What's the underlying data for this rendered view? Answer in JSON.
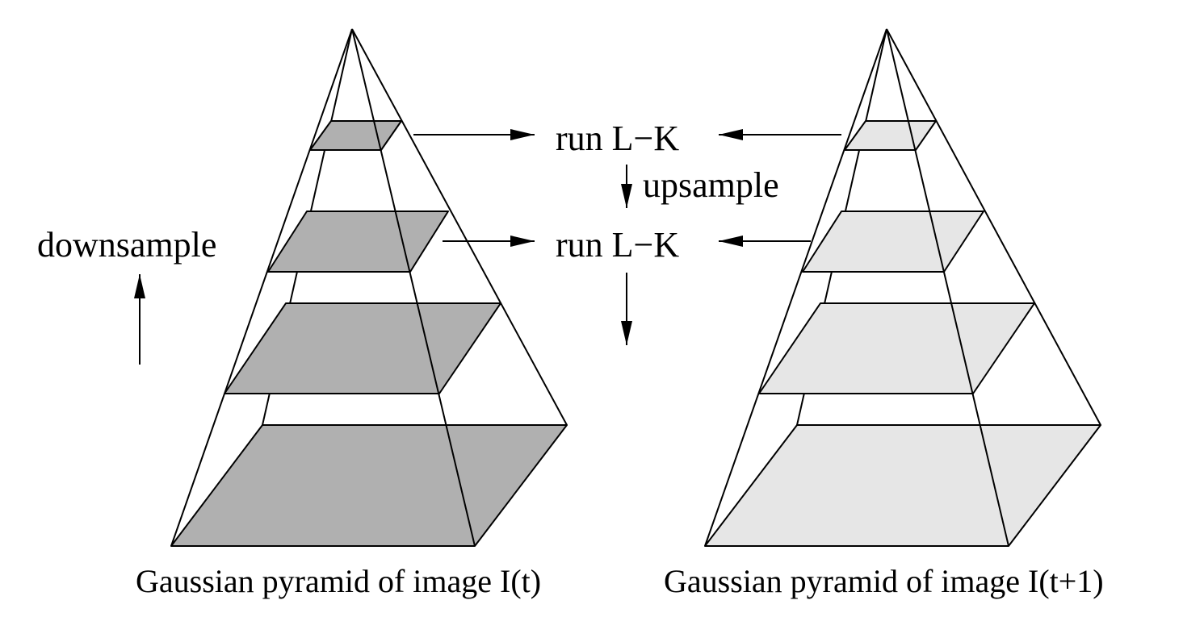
{
  "labels": {
    "downsample": "downsample",
    "upsample": "upsample",
    "run_lk_top": "run L−K",
    "run_lk_mid": "run L−K"
  },
  "pyramids": [
    {
      "caption": "Gaussian pyramid of image I(t)",
      "level_fill": "#b0b0b0"
    },
    {
      "caption": "Gaussian pyramid of image I(t+1)",
      "level_fill": "#e6e6e6"
    }
  ],
  "colors": {
    "stroke": "#000000",
    "background": "#ffffff"
  }
}
